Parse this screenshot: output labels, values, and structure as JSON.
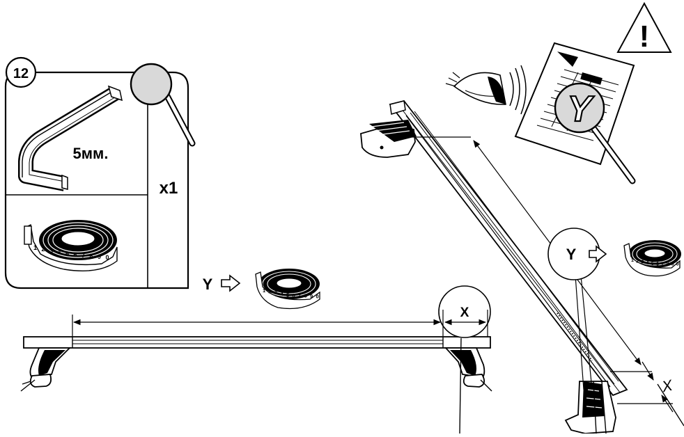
{
  "step_number": "12",
  "tool_size": "5мм.",
  "quantity": "x1",
  "label_y": "Y",
  "label_x": "X",
  "warning_symbol": "!",
  "icons": {
    "hex_key": "allen-key-icon",
    "tape": "measuring-tape-icon",
    "magnifier": "magnifier-icon",
    "eye": "eye-icon",
    "warning": "warning-triangle-icon",
    "document": "fitting-sheet-icon",
    "arrow": "outline-arrow-right-icon"
  },
  "tape_digits": [
    "1",
    "2",
    "3",
    "4",
    "5",
    "6",
    "7",
    "8",
    "9",
    "0"
  ],
  "colors": {
    "line": "#000000",
    "lens_fill": "#d9d9d9",
    "background": "#ffffff"
  }
}
